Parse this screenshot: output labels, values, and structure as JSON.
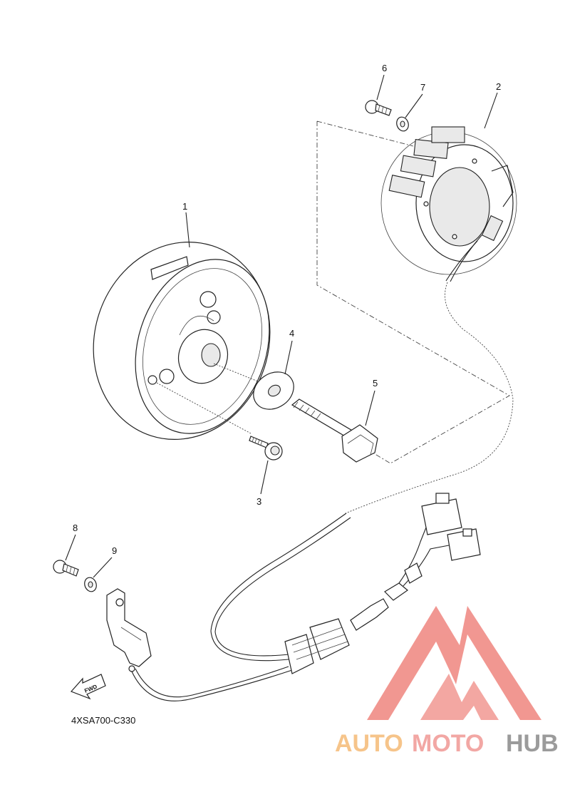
{
  "callouts": [
    {
      "id": "1",
      "part": "rotor"
    },
    {
      "id": "2",
      "part": "stator"
    },
    {
      "id": "3",
      "part": "screw"
    },
    {
      "id": "4",
      "part": "washer"
    },
    {
      "id": "5",
      "part": "bolt"
    },
    {
      "id": "6",
      "part": "bolt"
    },
    {
      "id": "7",
      "part": "washer"
    },
    {
      "id": "8",
      "part": "bolt"
    },
    {
      "id": "9",
      "part": "washer"
    }
  ],
  "fwd_label": "FWD",
  "diagram_code": "4XSA700-C330",
  "watermark": {
    "auto": "AUTO",
    "moto": "MOTO",
    "hub": "HUB",
    "colors": {
      "auto": "#f6c48a",
      "moto": "#f2a7a4",
      "hub": "#9b9b9b",
      "logo": "#f08c86"
    }
  }
}
